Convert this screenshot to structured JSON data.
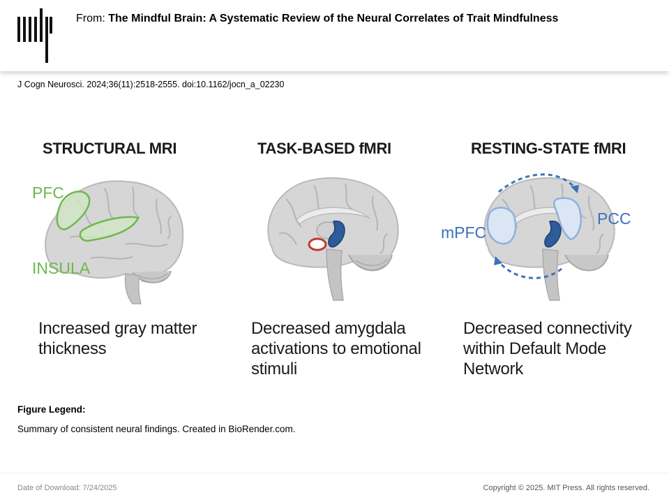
{
  "header": {
    "from_prefix": "From:",
    "article_title": "The Mindful Brain: A Systematic Review of the Neural Correlates of Trait Mindfulness"
  },
  "citation": "J Cogn Neurosci. 2024;36(11):2518-2555. doi:10.1162/jocn_a_02230",
  "figure": {
    "panels": [
      {
        "title": "STRUCTURAL MRI",
        "caption": "Increased gray matter thickness",
        "labels": [
          "PFC",
          "INSULA"
        ],
        "icon": "lateral-brain-illustration"
      },
      {
        "title": "TASK-BASED fMRI",
        "caption": "Decreased amygdala activations to emotional stimuli",
        "icon": "medial-brain-illustration"
      },
      {
        "title": "RESTING-STATE fMRI",
        "caption": "Decreased connectivity within Default Mode Network",
        "labels": [
          "mPFC",
          "PCC"
        ],
        "icon": "medial-brain-network-illustration"
      }
    ],
    "colors": {
      "insula_pfc_green": "#6db84e",
      "amygdala_red": "#c0392b",
      "network_blue": "#3a73b8",
      "brain_gray": "#cfcfcf"
    }
  },
  "legend": {
    "heading": "Figure Legend:",
    "text": "Summary of consistent neural findings. Created in BioRender.com."
  },
  "footer": {
    "download": "Date of Download:  7/24/2025",
    "copyright": "Copyright © 2025. MIT Press. All rights reserved."
  }
}
